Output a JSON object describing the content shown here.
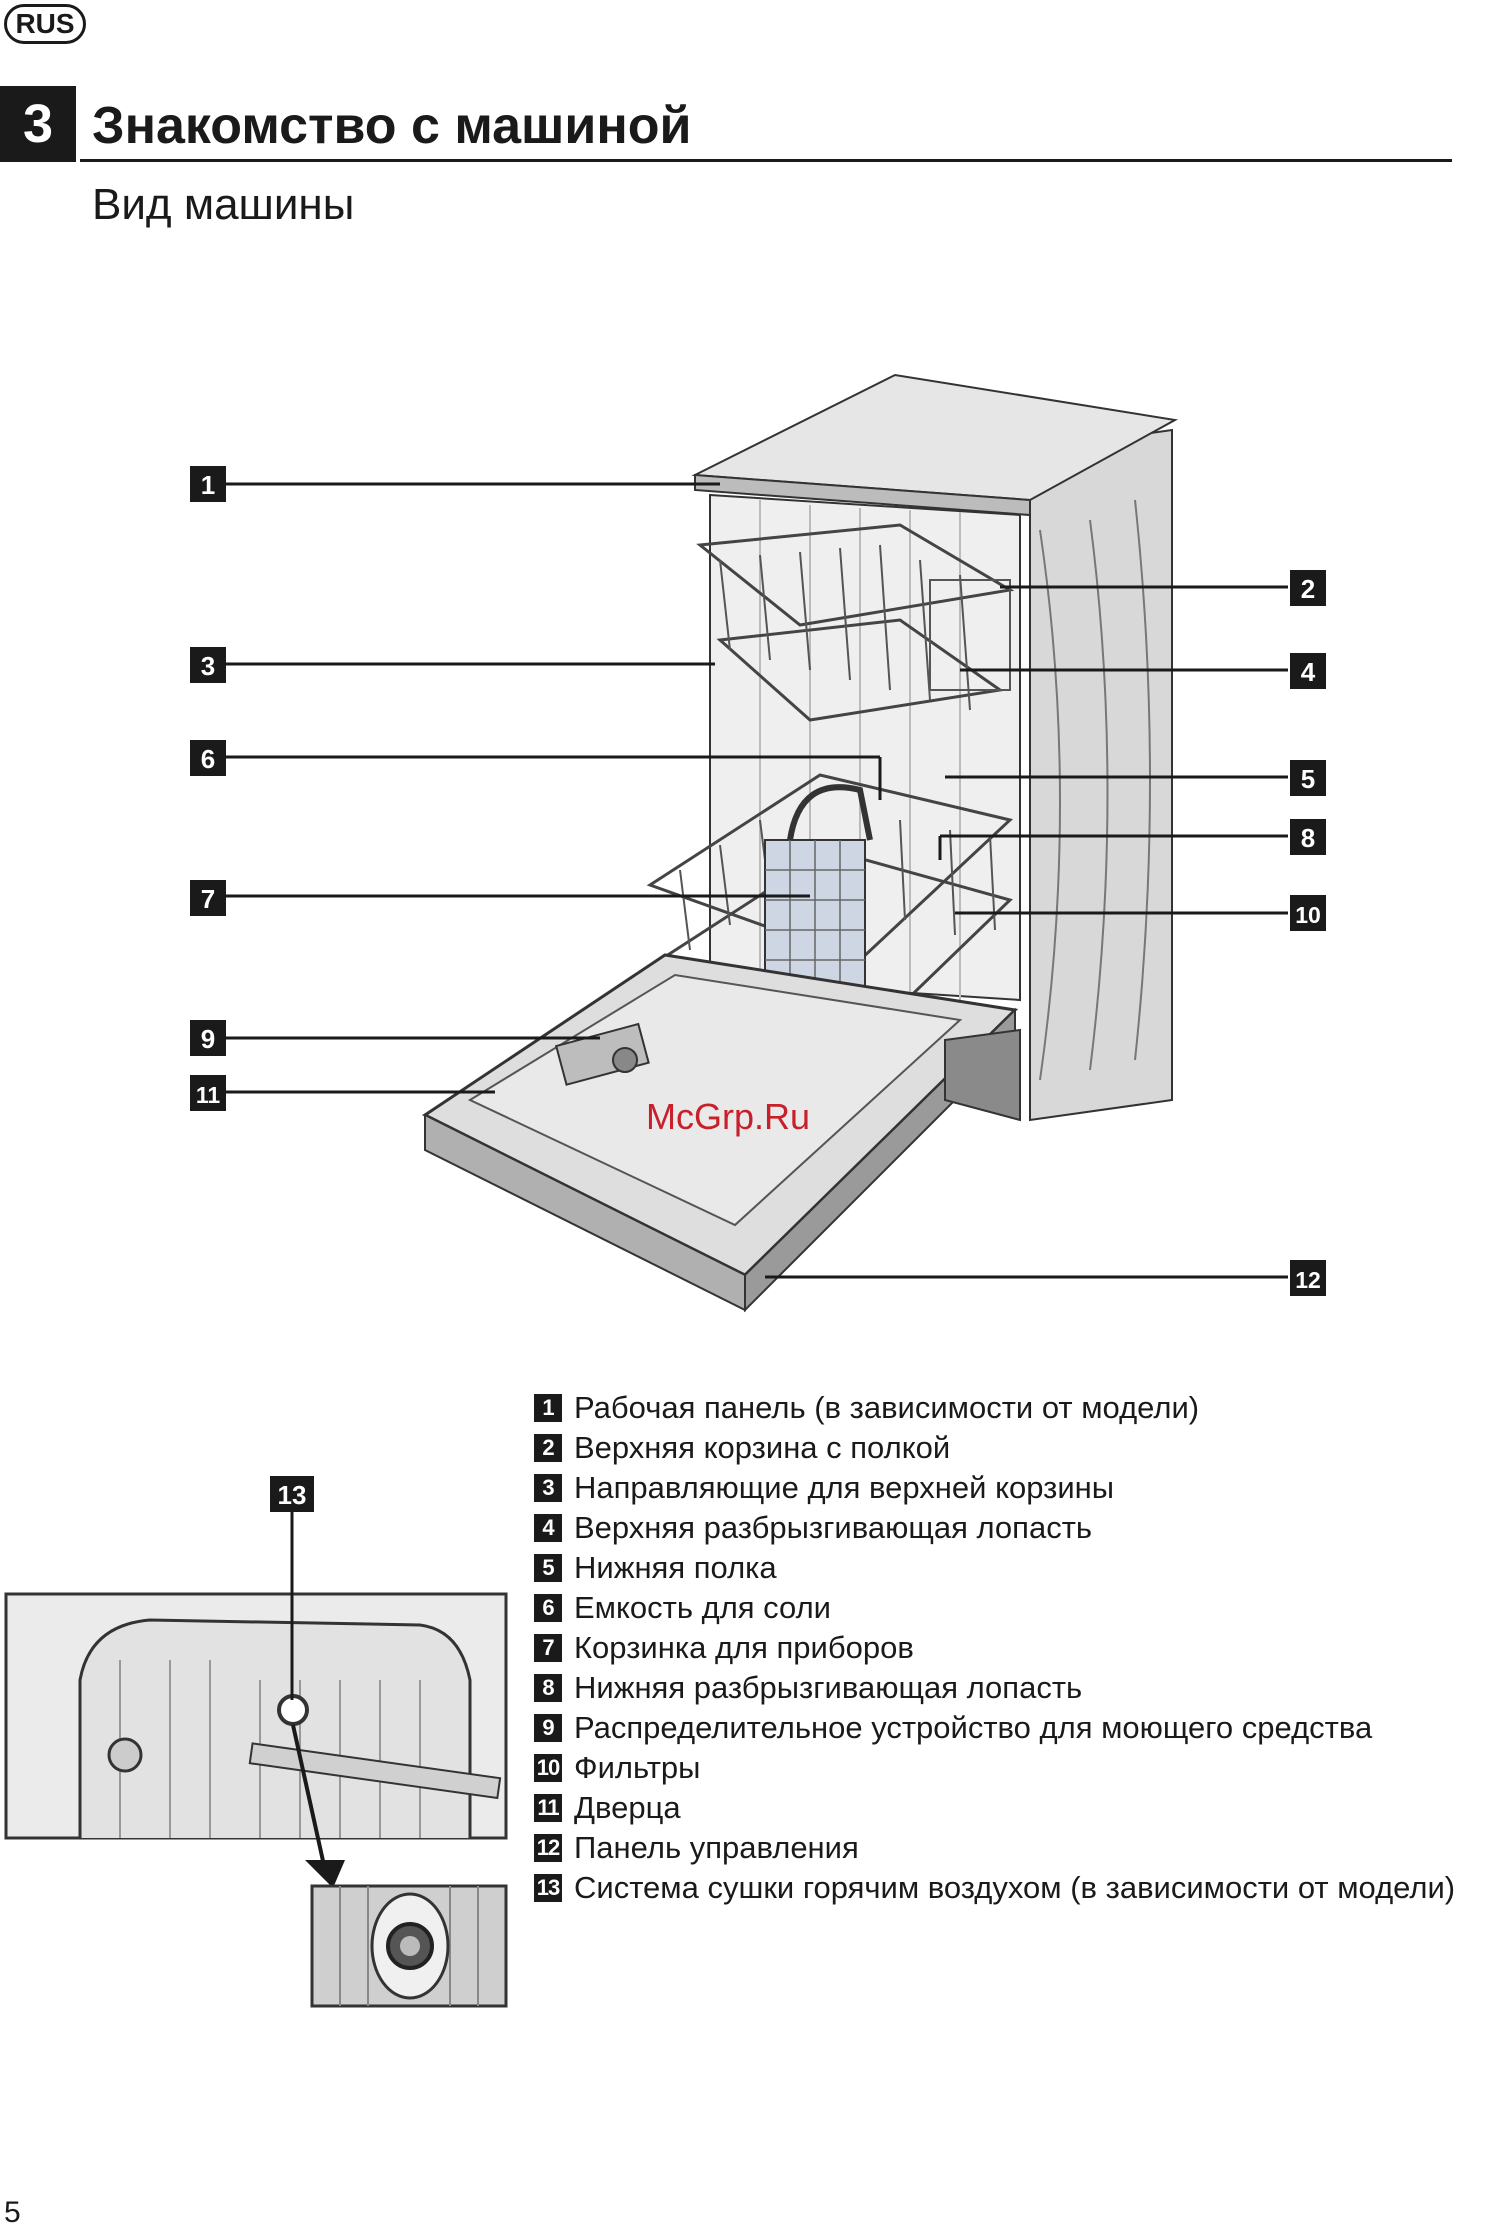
{
  "header": {
    "lang_badge": "RUS",
    "section_number": "3",
    "title": "Знакомство с машиной",
    "subtitle": "Вид машины"
  },
  "diagram": {
    "callouts": [
      "1",
      "2",
      "3",
      "4",
      "5",
      "6",
      "7",
      "8",
      "9",
      "10",
      "11",
      "12"
    ],
    "inset_callout": "13",
    "watermark": "McGrp.Ru"
  },
  "legend": [
    {
      "num": "1",
      "text": "Рабочая панель (в зависимости от модели)"
    },
    {
      "num": "2",
      "text": "Верхняя корзина с полкой"
    },
    {
      "num": "3",
      "text": "Направляющие для верхней корзины"
    },
    {
      "num": "4",
      "text": "Верхняя разбрызгивающая лопасть"
    },
    {
      "num": "5",
      "text": "Нижняя полка"
    },
    {
      "num": "6",
      "text": "Емкость для соли"
    },
    {
      "num": "7",
      "text": "Корзинка для приборов"
    },
    {
      "num": "8",
      "text": "Нижняя разбрызгивающая лопасть"
    },
    {
      "num": "9",
      "text": "Распределительное устройство для моющего средства"
    },
    {
      "num": "10",
      "text": "Фильтры"
    },
    {
      "num": "11",
      "text": "Дверца"
    },
    {
      "num": "12",
      "text": "Панель управления"
    },
    {
      "num": "13",
      "text": "Система сушки горячим воздухом (в зависимости от модели)"
    }
  ],
  "footer": {
    "page_number": "5"
  }
}
